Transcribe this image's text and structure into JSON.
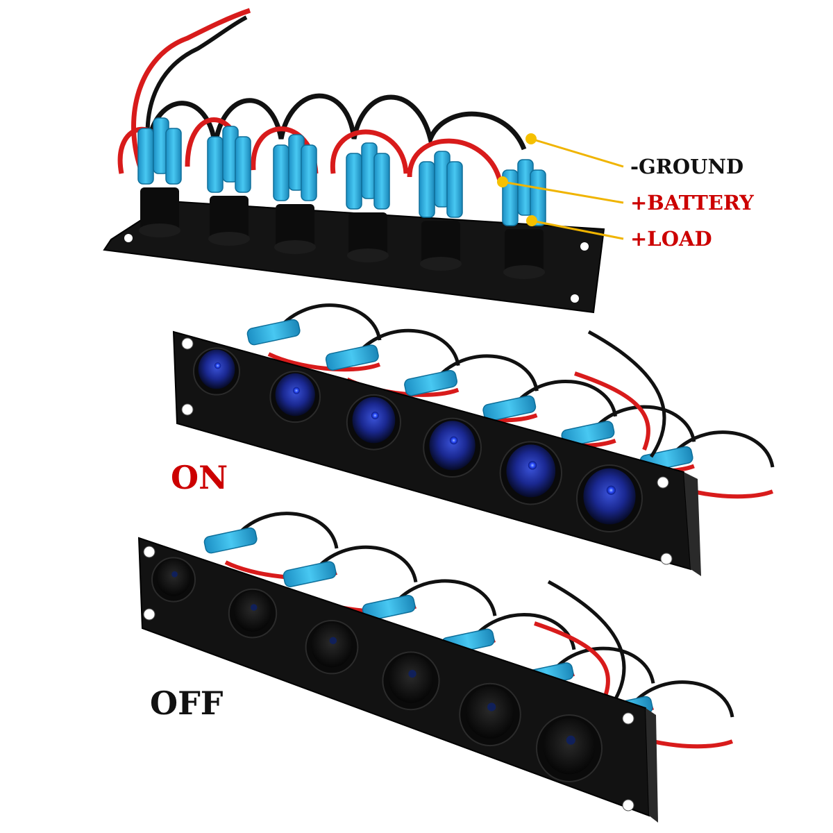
{
  "labels": {
    "ground": "-GROUND",
    "battery": "+BATTERY",
    "load": "+LOAD",
    "on": "ON",
    "off": "OFF"
  },
  "colors": {
    "ground_label": "#111111",
    "battery_label": "#cc0000",
    "load_label": "#cc0000",
    "on_label": "#cc0000",
    "off_label": "#111111",
    "leader_line": "#f0b400",
    "panel": "#111111",
    "terminal": "#29b6e8",
    "wire_red": "#d81b1b",
    "wire_black": "#111111",
    "led_on": "#2b4dff",
    "led_off": "#10205a"
  },
  "panels": {
    "switch_count": 6,
    "states": [
      "on",
      "off"
    ]
  },
  "icons": [
    "switch-panel-back-view",
    "switch-panel-on",
    "switch-panel-off",
    "rocker-switch",
    "led-indicator",
    "wire",
    "spade-terminal"
  ]
}
